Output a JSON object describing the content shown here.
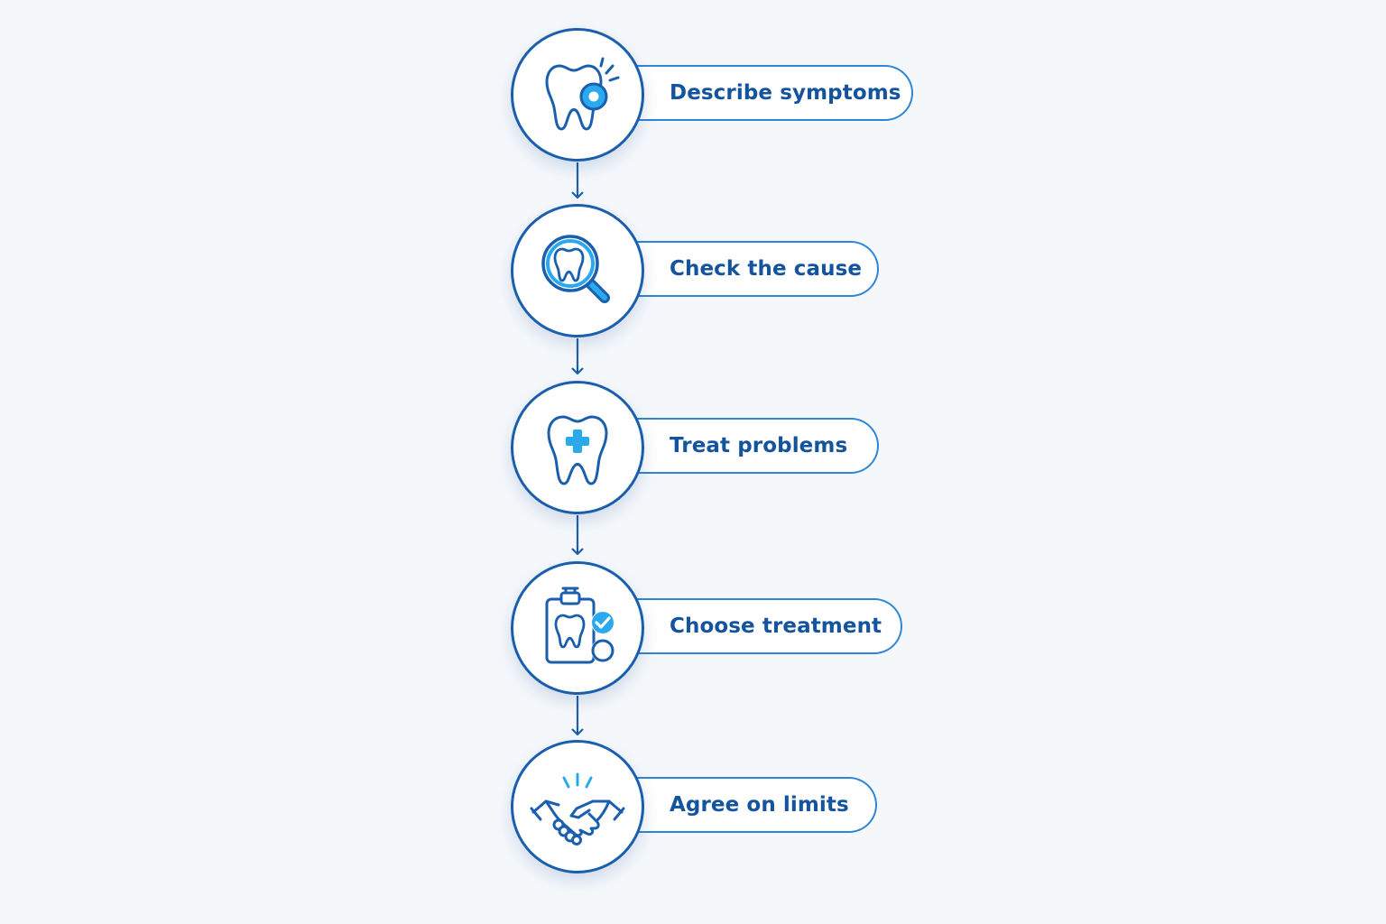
{
  "steps": [
    {
      "label": "Describe symptoms",
      "icon": "tooth-pain-icon"
    },
    {
      "label": "Check the cause",
      "icon": "tooth-magnifier-icon"
    },
    {
      "label": "Treat problems",
      "icon": "tooth-medical-cross-icon"
    },
    {
      "label": "Choose treatment",
      "icon": "clipboard-tooth-checklist-icon"
    },
    {
      "label": "Agree on limits",
      "icon": "handshake-icon"
    }
  ],
  "colors": {
    "outline": "#1a5fae",
    "pill_border": "#2f86d6",
    "label_text": "#14539e",
    "accent": "#2aa9ef",
    "background": "#f5f8fb"
  }
}
